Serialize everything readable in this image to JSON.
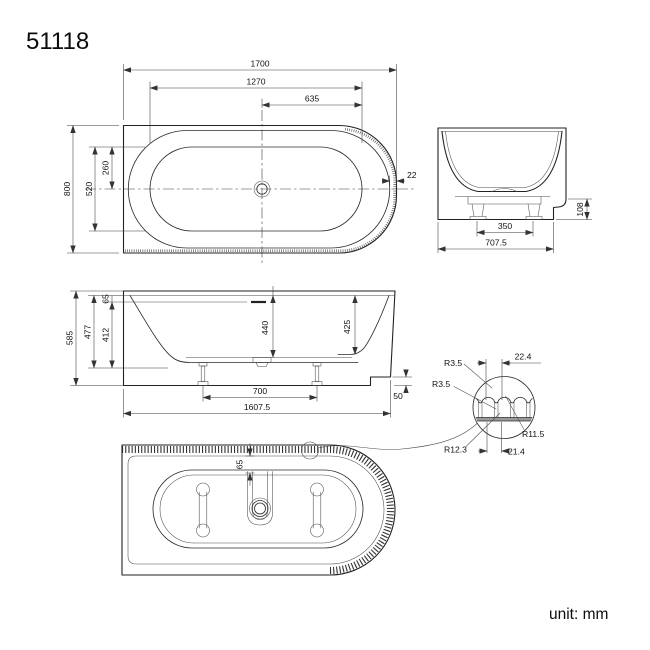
{
  "title": "51118",
  "unit_label": "unit: mm",
  "colors": {
    "line": "#222222",
    "background": "#ffffff"
  },
  "plan_view": {
    "length_overall": "1700",
    "length_rim": "1270",
    "length_center_to_rim_end": "635",
    "width_overall": "800",
    "width_rim": "520",
    "width_center_to_rim_side": "260",
    "rim_edge_gap": "22"
  },
  "end_view": {
    "base_width": "707.5",
    "feet_spacing": "350",
    "skirt_height": "108"
  },
  "side_view": {
    "height_overall": "585",
    "height_rim_to_underside": "477",
    "height_waterline_to_underside": "412",
    "rim_to_waterline": "65",
    "depth_center": "440",
    "depth_end": "425",
    "feet_spacing": "700",
    "base_length": "1607.5",
    "corner_step_height": "50"
  },
  "detail_view": {
    "flute_pitch_top": "22.4",
    "flute_pitch_bottom": "21.4",
    "radius_rib_top": "R3.5",
    "radius_groove": "R3.5",
    "radius_flute_bottom": "R12.3",
    "radius_flute": "R11.5"
  },
  "bottom_view": {
    "rim_inset": "65"
  }
}
